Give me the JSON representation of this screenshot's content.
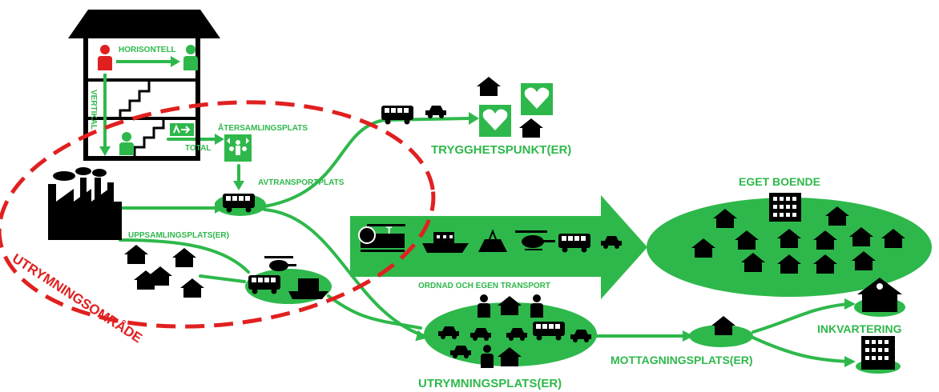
{
  "colors": {
    "green": "#2eb84b",
    "green_light": "#3ec55a",
    "red": "#e02020",
    "black": "#000000",
    "white": "#ffffff"
  },
  "building": {
    "horizontal_label": "HORISONTELL",
    "vertical_label": "VERTIKAL",
    "total_label": "TOTAL"
  },
  "labels": {
    "assembly_point": "ÅTERSAMLINGSPLATS",
    "pickup_point": "AVTRANSPORTPLATS",
    "collection_points": "UPPSAMLINGSPLATS(ER)",
    "evacuation_area": "UTRYMNINGSOMRÅDE",
    "safety_points": "TRYGGHETSPUNKT(ER)",
    "own_housing": "EGET BOENDE",
    "own_transport": "ORDNAD OCH EGEN TRANSPORT",
    "evacuation_sites": "UTRYMNINGSPLATS(ER)",
    "reception_sites": "MOTTAGNINGSPLATS(ER)",
    "accommodation": "INKVARTERING"
  },
  "icons": {
    "metro_badge": "T"
  }
}
